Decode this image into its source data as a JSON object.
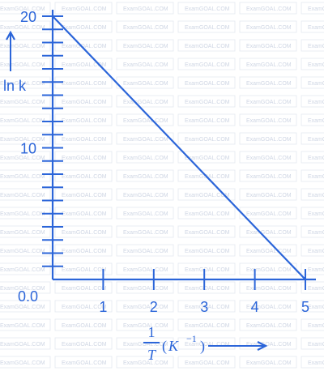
{
  "chart_data": {
    "type": "line",
    "xlabel_parts": {
      "numerator": "1",
      "denominator": "T",
      "open": "(",
      "unit": "K",
      "exponent": "−1",
      "close": ")"
    },
    "ylabel": "ln k",
    "origin_label": "0.0",
    "x_ticks": [
      1,
      2,
      3,
      4,
      5
    ],
    "y_ticks": [
      10,
      20
    ],
    "y_minor_step": 1,
    "xlim": [
      0,
      5
    ],
    "ylim": [
      0,
      20
    ],
    "series": [
      {
        "x": [
          0,
          5
        ],
        "y": [
          20,
          0
        ]
      }
    ],
    "watermark": "ExamGOAL.COM",
    "colors": {
      "line": "#2b65d9",
      "watermark": "#cfd6e4"
    }
  }
}
